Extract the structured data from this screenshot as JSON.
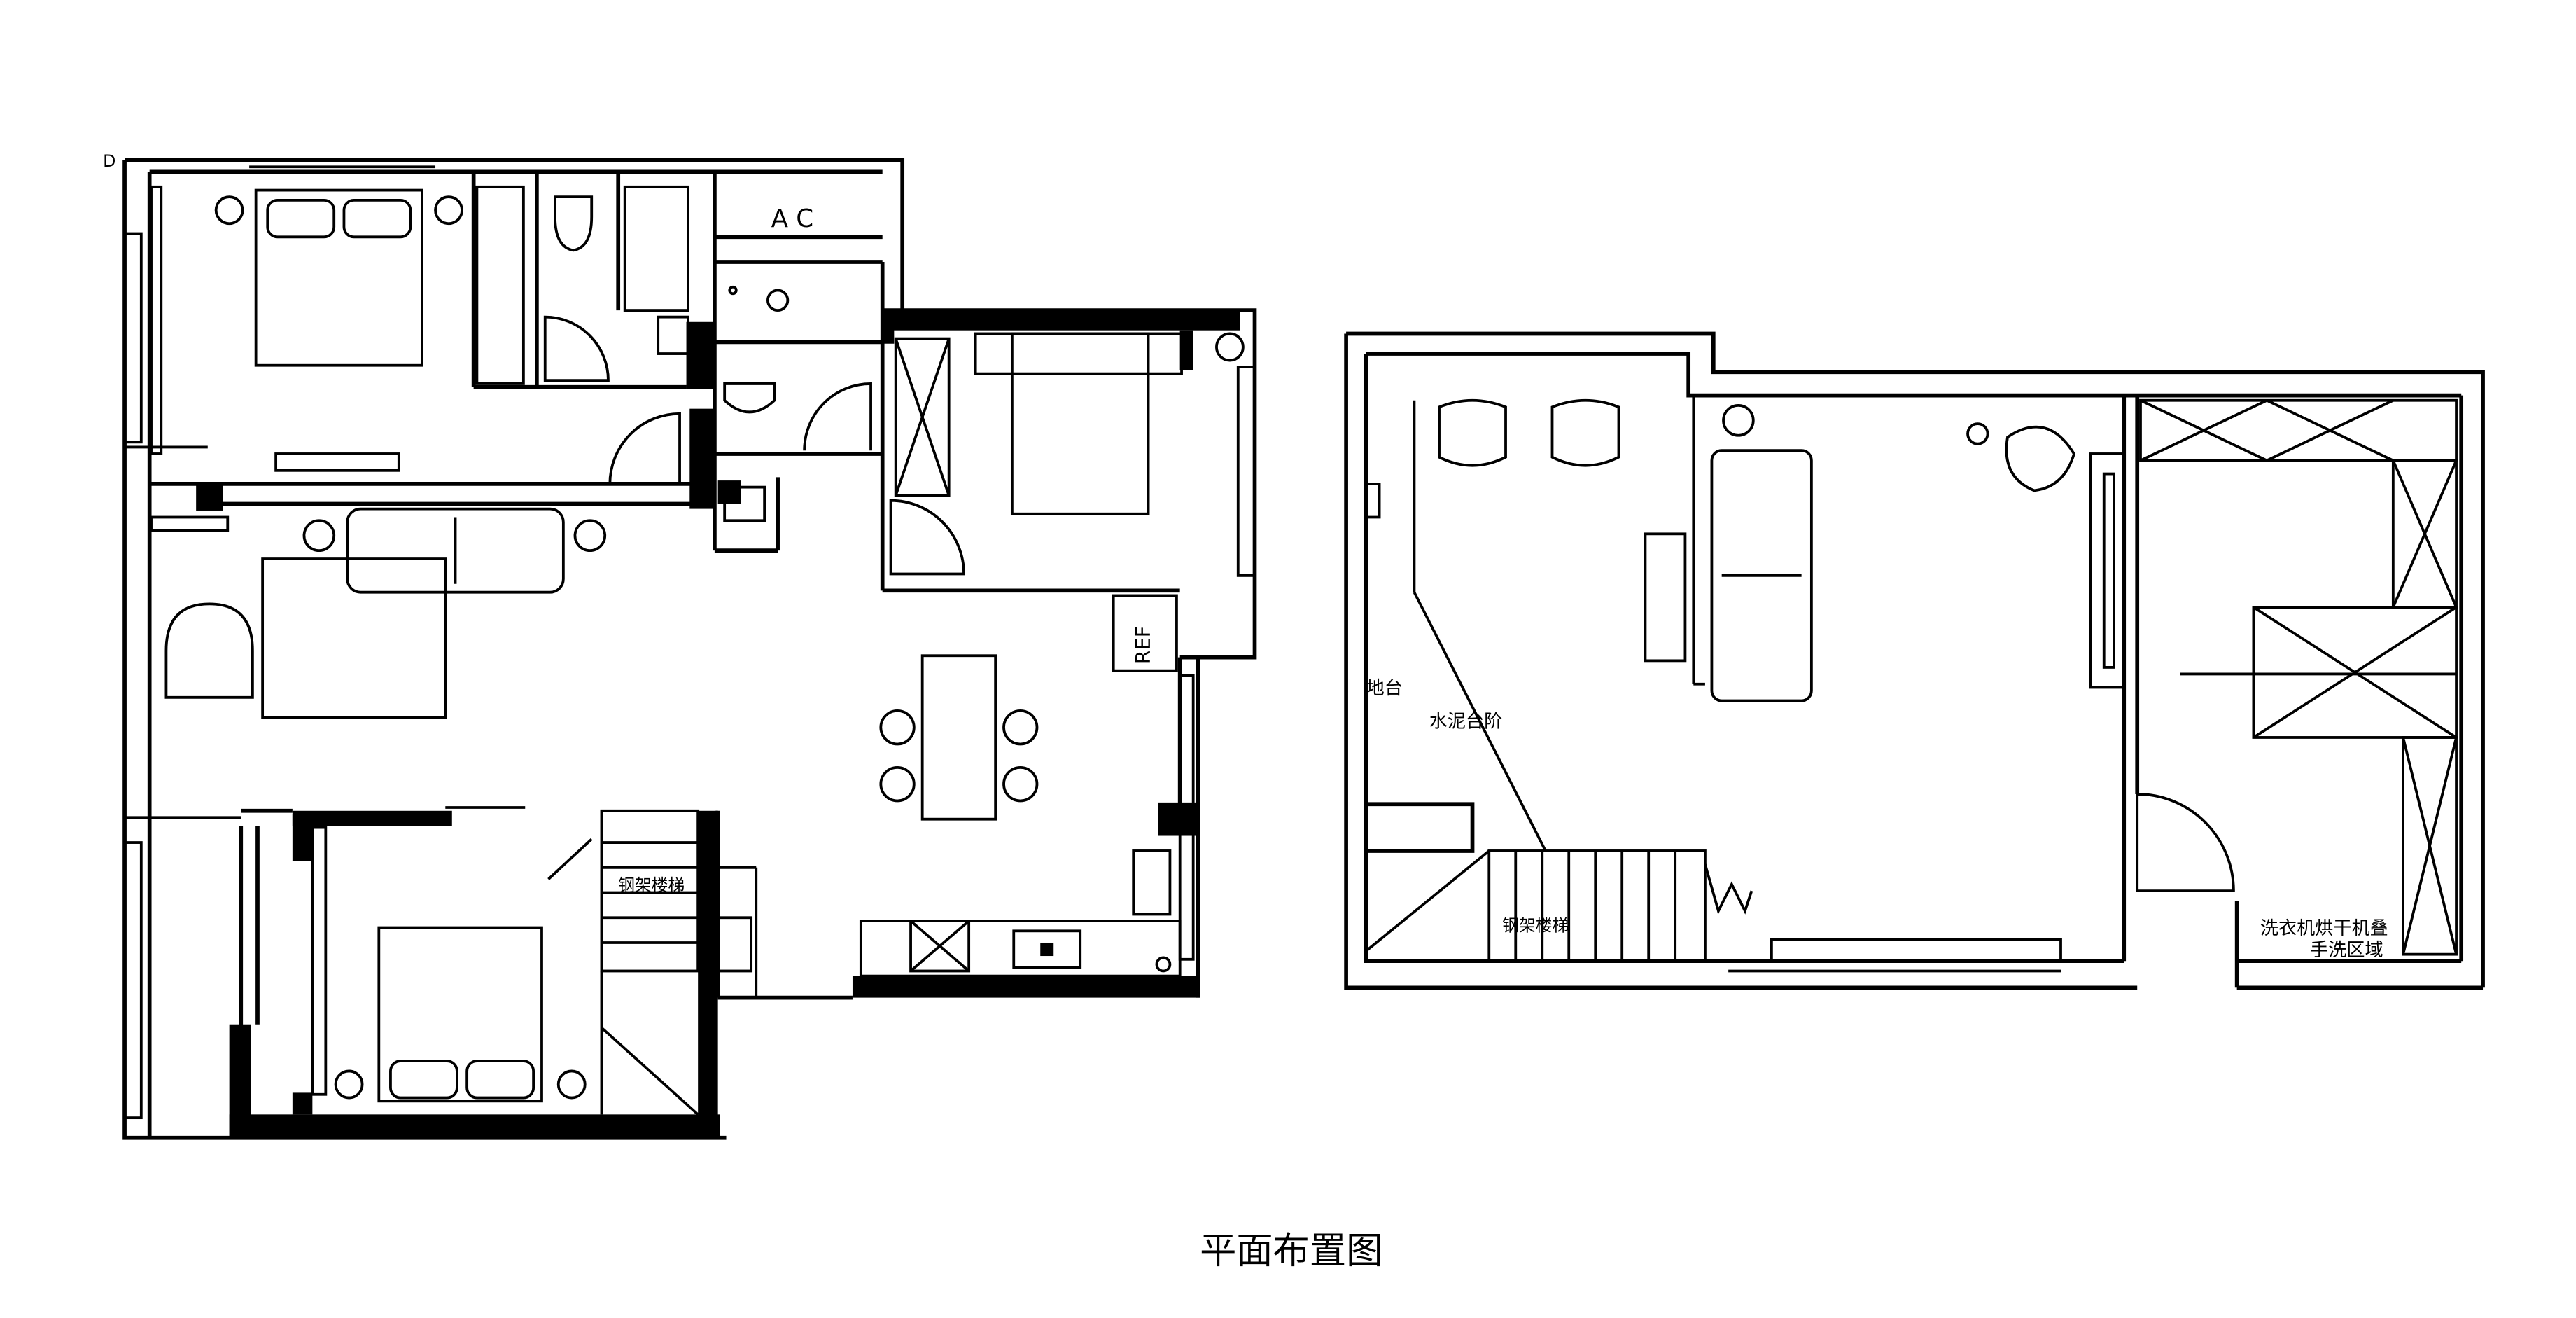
{
  "drawing": {
    "title": "平面布置图",
    "corner_mark": "D"
  },
  "labels": {
    "ac": "A  C",
    "ref": "REF",
    "lower_stair": "钢架楼梯",
    "upper_stair": "钢架楼梯",
    "platform": "地台",
    "cement_steps": "水泥台阶",
    "laundry_line1": "洗衣机烘干机叠",
    "laundry_line2": "手洗区域"
  }
}
